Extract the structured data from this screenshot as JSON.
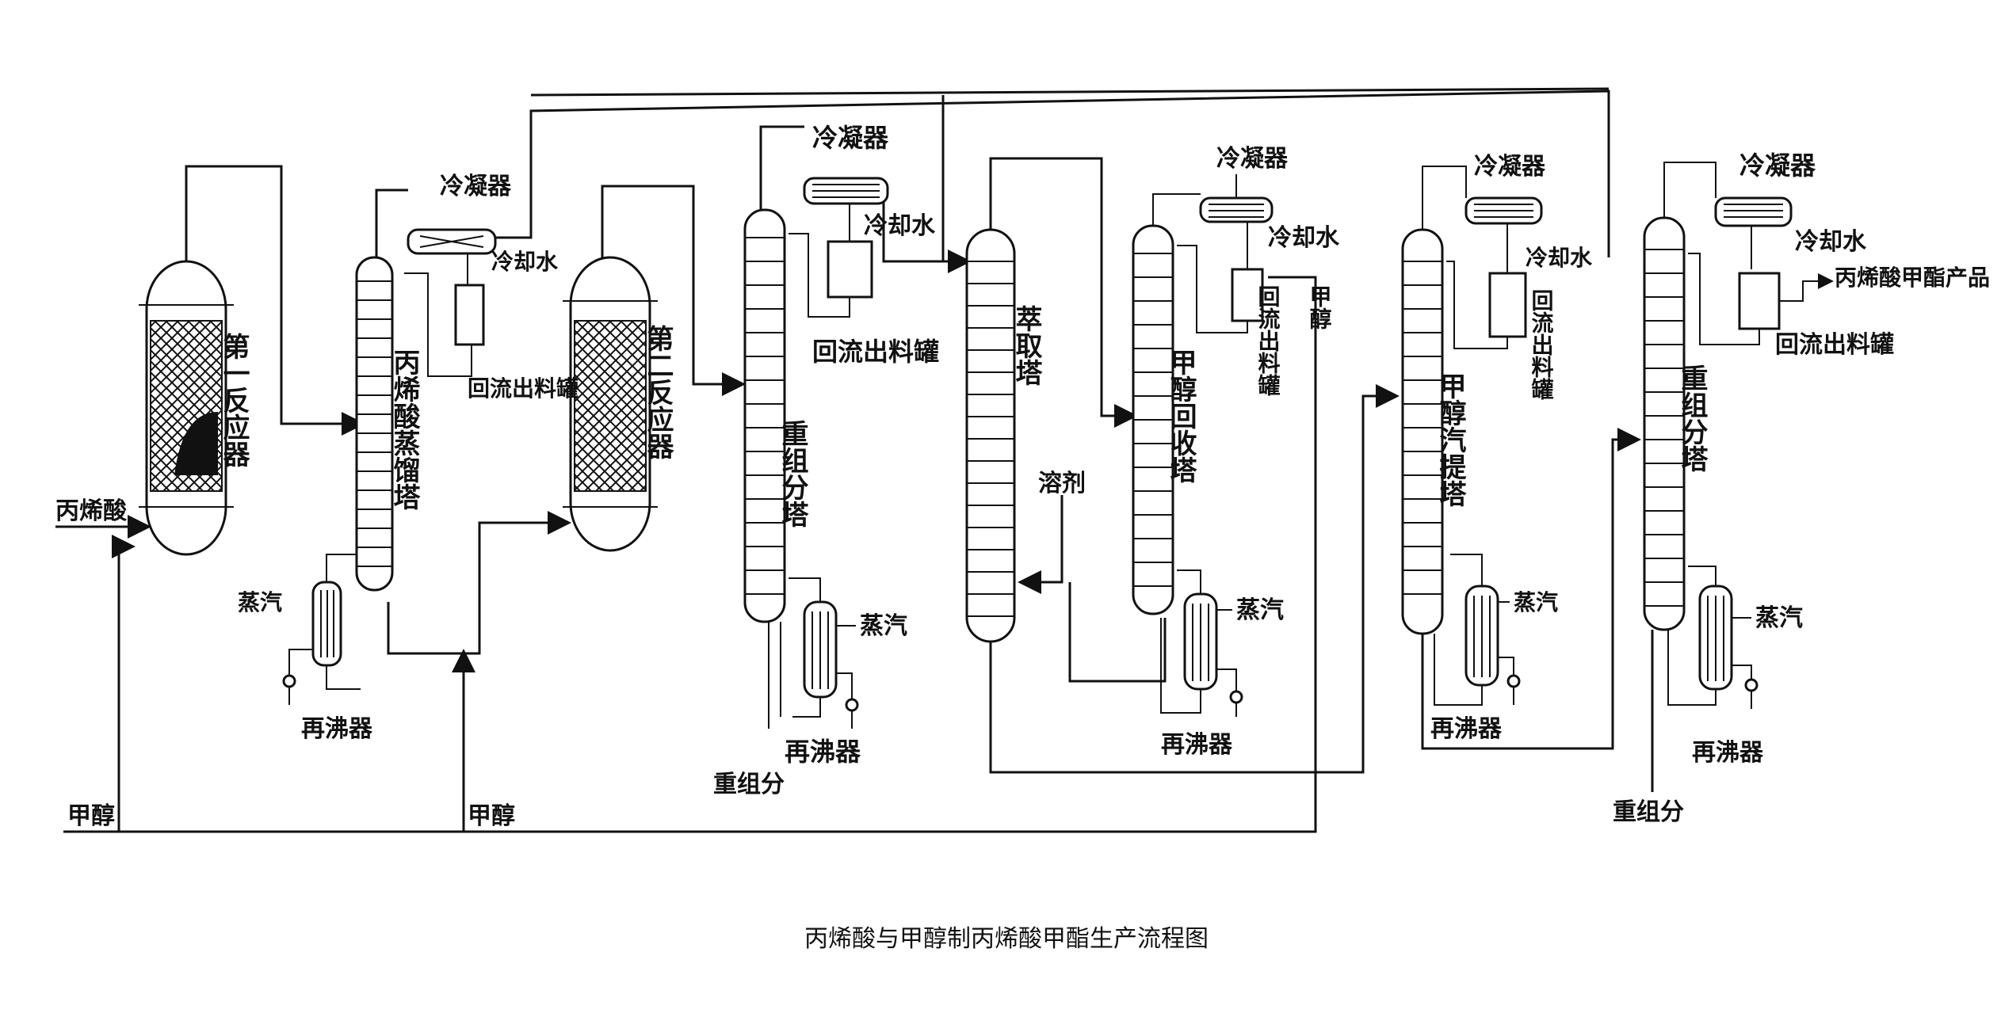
{
  "diagram": {
    "caption": "丙烯酸与甲醇制丙烯酸甲酯生产流程图",
    "feeds": {
      "acrylic_acid": "丙烯酸",
      "methanol_1": "甲醇",
      "methanol_2": "甲醇",
      "methanol_out": "甲醇",
      "solvent": "溶剂",
      "product": "丙烯酸甲酯产品"
    },
    "units": {
      "reactor_1": "第一反应器",
      "distill_col": "丙烯酸蒸馏塔",
      "reactor_2": "第二反应器",
      "heavy_col_1": "重组分塔",
      "extract_col": "萃取塔",
      "methanol_recovery": "甲醇回收塔",
      "methanol_stripper": "甲醇汽提塔",
      "heavy_col_2": "重组分塔"
    },
    "labels": {
      "condenser": "冷凝器",
      "cooling_water": "冷却水",
      "reflux_drum": "回流出料罐",
      "steam": "蒸汽",
      "reboiler": "再沸器",
      "heavy_ends": "重组分"
    }
  }
}
